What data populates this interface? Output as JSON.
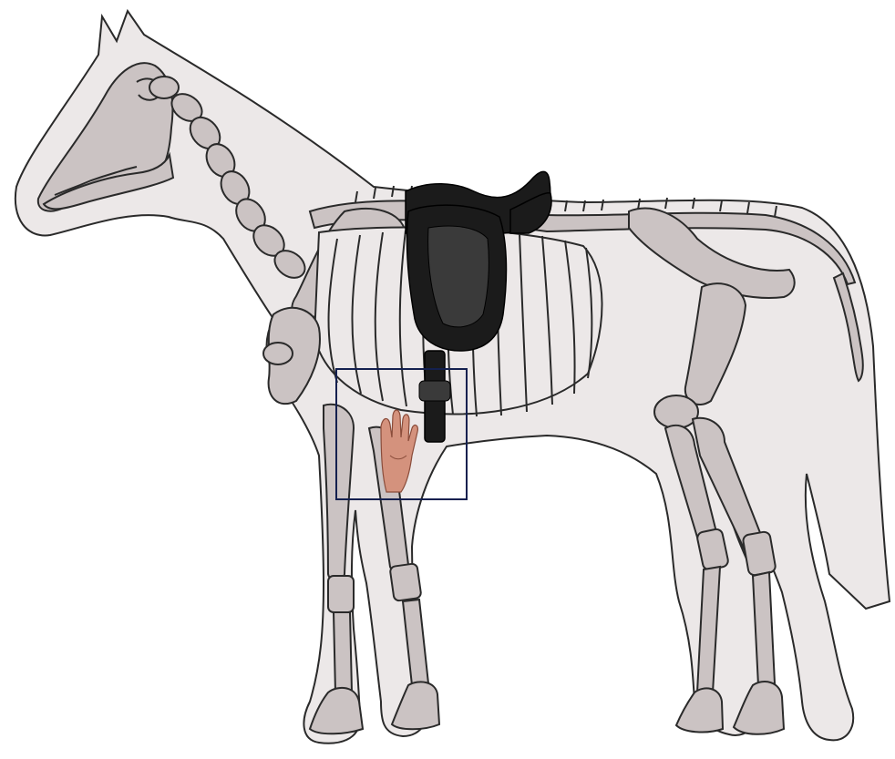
{
  "diagram": {
    "colors": {
      "background": "#ffffff",
      "silhouette_fill": "#ece8e8",
      "silhouette_stroke": "#2a2a2a",
      "bone_fill": "#cbc3c3",
      "bone_stroke": "#2a2a2a",
      "saddle": "#1b1b1b",
      "saddle_highlight": "#3a3a3a",
      "hand": "#d4927d",
      "highlight_box": "#14204f"
    },
    "icons": [
      "horse-silhouette",
      "horse-skeleton",
      "saddle",
      "girth-strap",
      "hand"
    ]
  }
}
